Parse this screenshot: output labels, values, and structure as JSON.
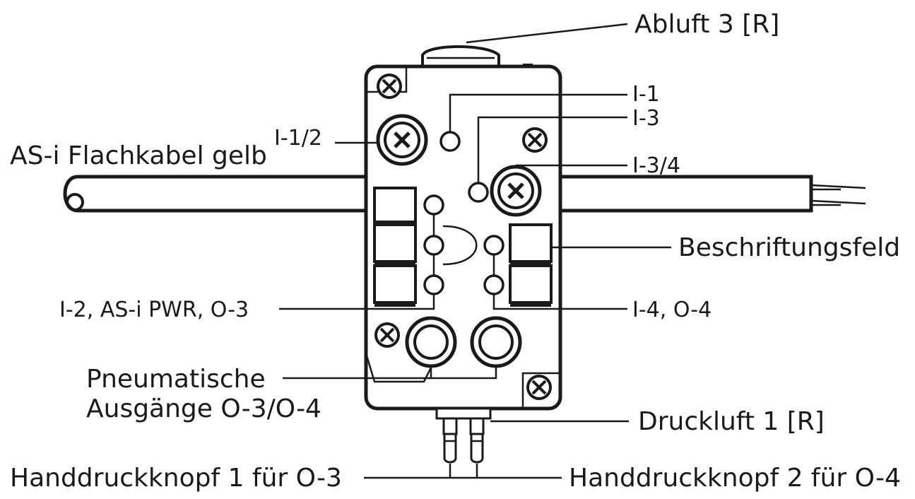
{
  "labels": {
    "exhaust": "Abluft 3 [R]",
    "input1": "I-1",
    "input3": "I-3",
    "input12": "I-1/2",
    "flat_cable": "AS-i Flachkabel gelb",
    "input34": "I-3/4",
    "label_field": "Beschriftungsfeld",
    "led_left": "I-2, AS-i PWR, O-3",
    "led_right": "I-4, O-4",
    "pneumatic_line1": "Pneumatische",
    "pneumatic_line2": "Ausgänge O-3/O-4",
    "supply": "Druckluft 1 [R]",
    "button1": "Handdruckknopf 1 für O-3",
    "button2": "Handdruckknopf 2 für O-4"
  }
}
